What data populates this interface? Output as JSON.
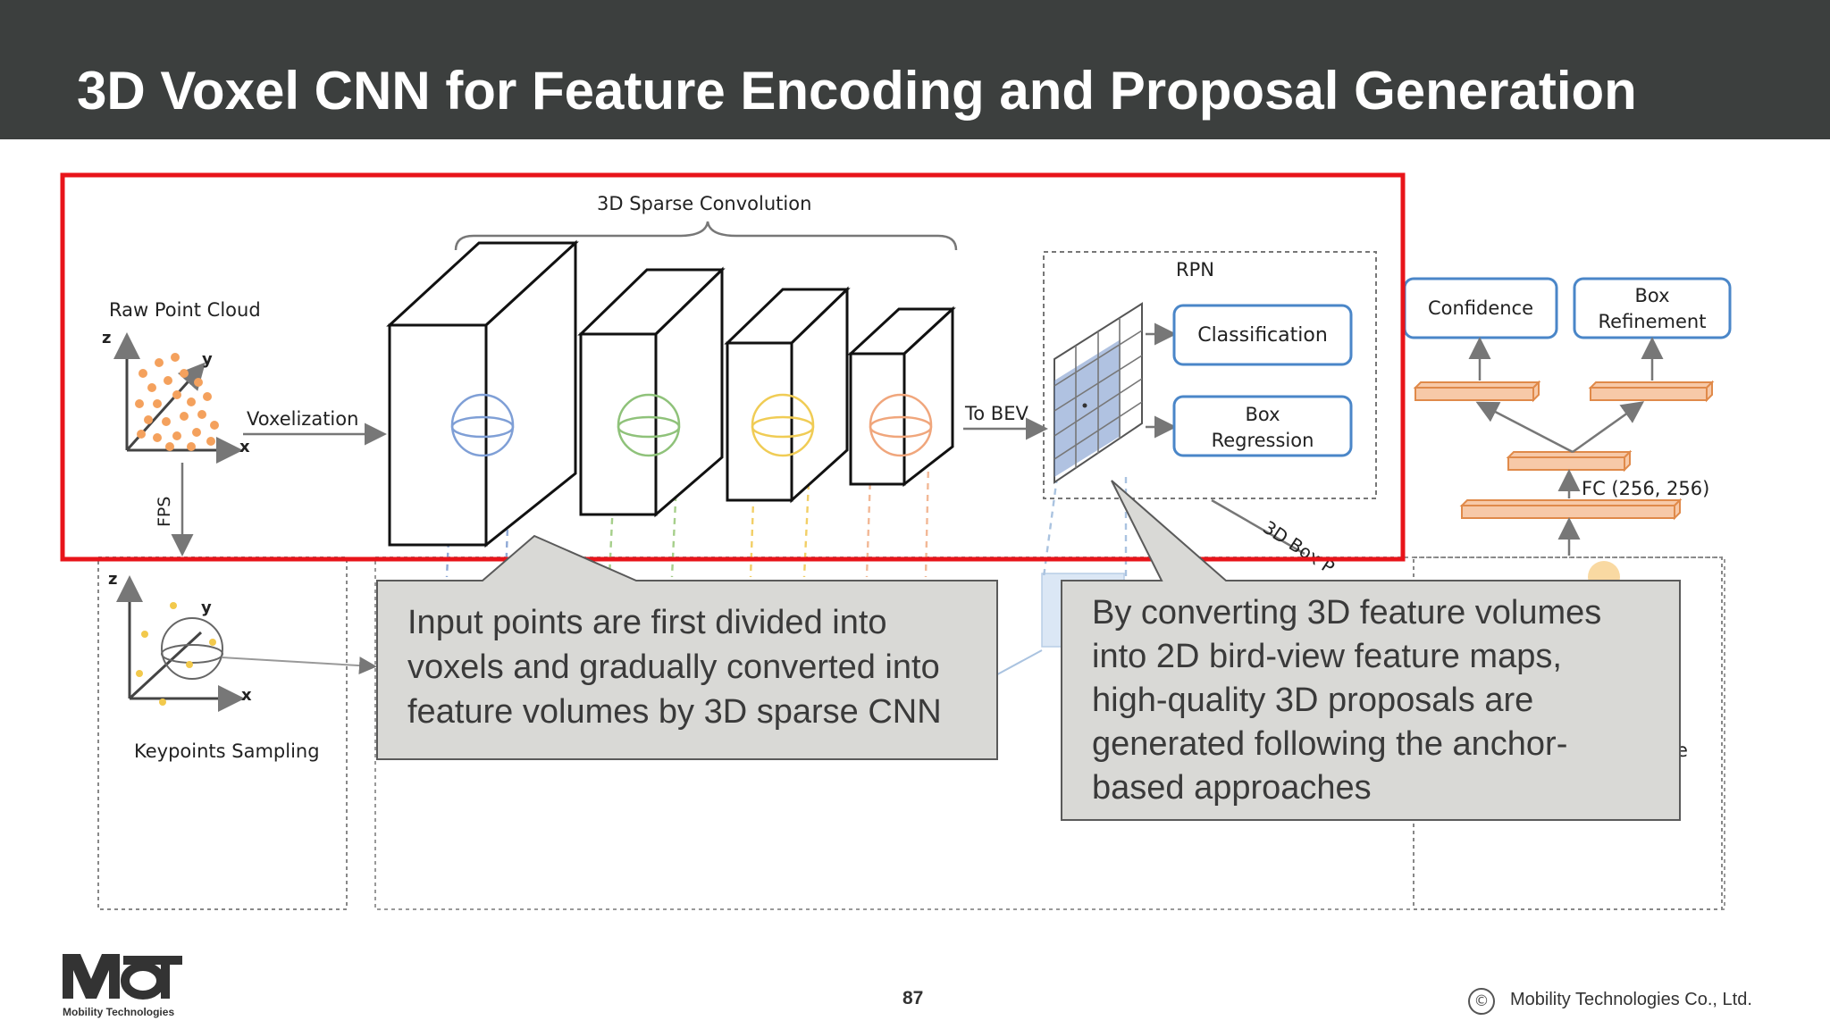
{
  "slide": {
    "title": "3D Voxel CNN for Feature Encoding and Proposal Generation",
    "page_number": "87",
    "copyright_symbol": "©",
    "copyright": "Mobility Technologies Co., Ltd.",
    "logo_text": "Mobility Technologies"
  },
  "diagram": {
    "sparse_conv": "3D Sparse Convolution",
    "raw_point_cloud": "Raw Point Cloud",
    "voxelization": "Voxelization",
    "to_bev": "To BEV",
    "rpn": "RPN",
    "classification": "Classification",
    "box_regression_1": "Box",
    "box_regression_2": "Regression",
    "confidence": "Confidence",
    "box_refinement_1": "Box",
    "box_refinement_2": "Refinement",
    "fc": "FC (256, 256)",
    "fps": "FPS",
    "keypoints_sampling": "Keypoints Sampling",
    "box_proposal_partial": "3D Box P",
    "axis_x": "x",
    "axis_y": "y",
    "axis_z": "z",
    "partial_e": "e"
  },
  "callouts": {
    "left": [
      "Input points are first divided into",
      "voxels and gradually converted into",
      "feature volumes by 3D sparse CNN"
    ],
    "right": [
      "By converting 3D feature volumes",
      "into 2D bird-view feature maps,",
      "high-quality 3D proposals are",
      "generated following the anchor-",
      "based approaches"
    ]
  },
  "colors": {
    "header_bg": "#3c3f3e",
    "highlight_border": "#e8141a",
    "callout_bg": "#d9d9d6",
    "box_border": "#4a86c8",
    "fc_fill": "#f7c9a8",
    "fc_stroke": "#e08a4a"
  }
}
